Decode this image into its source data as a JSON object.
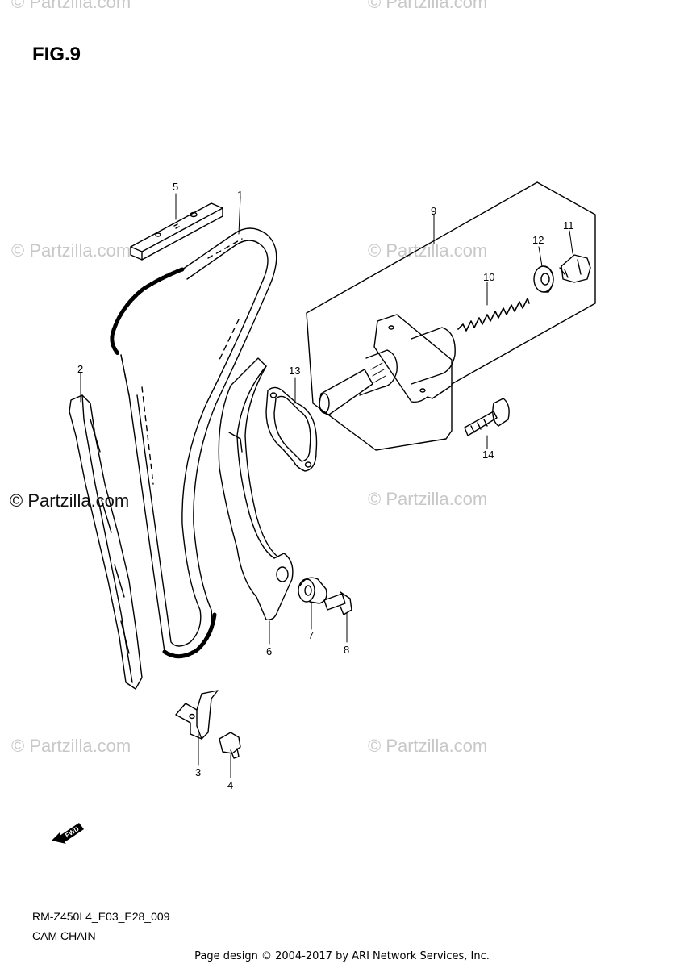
{
  "figure": {
    "title": "FIG.9"
  },
  "callouts": [
    "1",
    "2",
    "3",
    "4",
    "5",
    "6",
    "7",
    "8",
    "9",
    "10",
    "11",
    "12",
    "13",
    "14"
  ],
  "watermark": {
    "text": "© Partzilla.com",
    "dark_text": "© Partzilla.com"
  },
  "direction_badge": {
    "label": "FWD"
  },
  "model_code": "RM-Z450L4_E03_E28_009",
  "caption": "CAM CHAIN",
  "footer": "Page design © 2004-2017 by ARI Network Services, Inc.",
  "colors": {
    "line": "#000000",
    "watermark": "#c8c8c8",
    "background": "#ffffff"
  }
}
